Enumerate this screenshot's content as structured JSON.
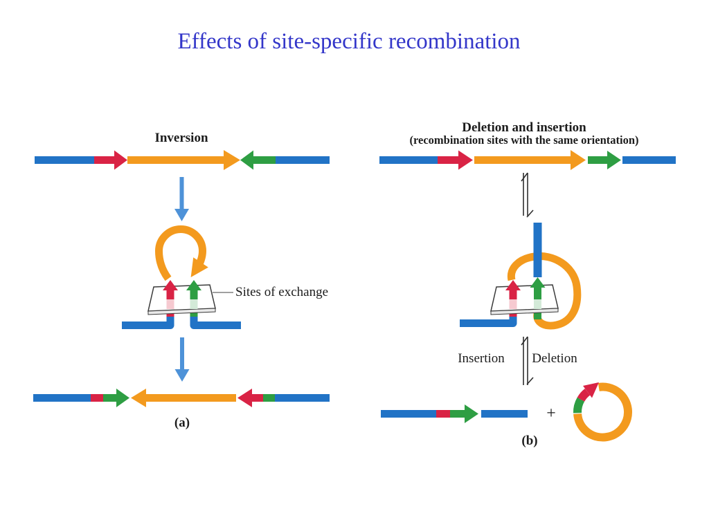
{
  "slide": {
    "title": "Effects of site-specific recombination"
  },
  "panel_a": {
    "heading": "Inversion",
    "sites_of_exchange_label": "Sites of exchange",
    "caption": "(a)",
    "top_strand_segments": [
      "blue",
      "red-arrow-right",
      "orange-arrow-right",
      "green-arrow-left",
      "blue"
    ],
    "bottom_strand_segments": [
      "blue",
      "red",
      "green-arrow-right",
      "orange-arrow-left",
      "red-arrow-left",
      "green",
      "blue"
    ]
  },
  "panel_b": {
    "heading_line1": "Deletion and insertion",
    "heading_line2": "(recombination sites with the same orientation)",
    "left_process_label": "Insertion",
    "right_process_label": "Deletion",
    "plus_sign": "+",
    "caption": "(b)",
    "top_strand_segments": [
      "blue",
      "red-arrow-right",
      "orange-arrow-right",
      "green-arrow-right",
      "blue"
    ],
    "linear_product_segments": [
      "blue",
      "red",
      "green-arrow-right",
      "blue"
    ],
    "circular_product_segments": [
      "orange-ring",
      "green",
      "red-arrow"
    ]
  },
  "colors": {
    "title_blue": "#3336C9",
    "dna_blue": "#2173C6",
    "arrow_blue": "#4E92D8",
    "site_red": "#D92345",
    "site_green": "#2E9E43",
    "gene_orange": "#F39A1E",
    "fade_pink": "#F6C9D0",
    "fade_green": "#D3EAD8"
  }
}
